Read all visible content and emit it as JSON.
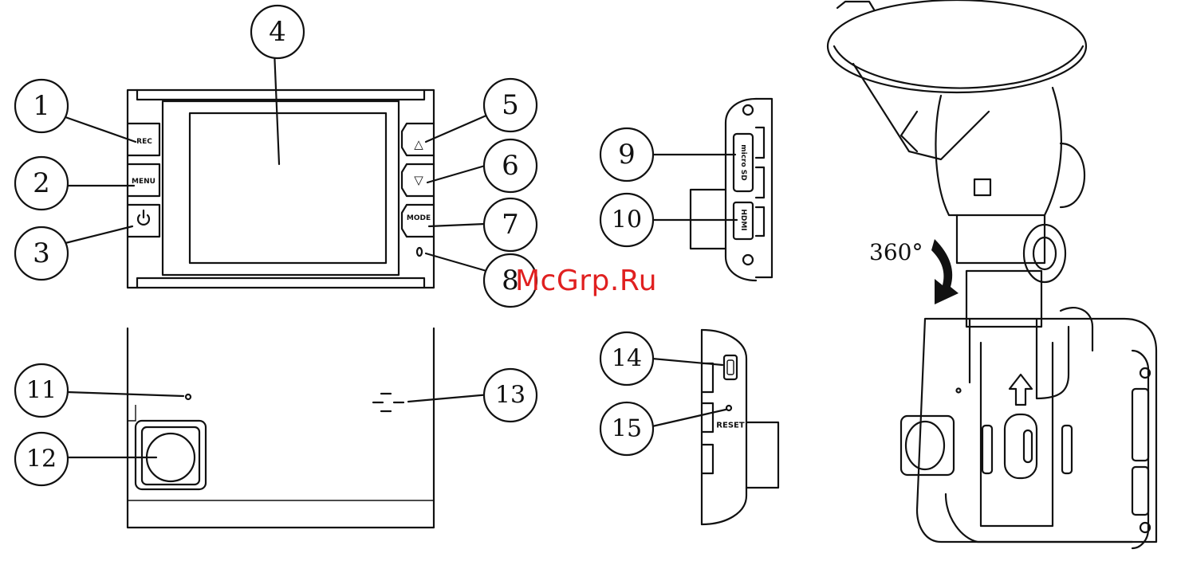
{
  "callouts": [
    "1",
    "2",
    "3",
    "4",
    "5",
    "6",
    "7",
    "8",
    "9",
    "10",
    "11",
    "12",
    "13",
    "14",
    "15"
  ],
  "buttons": {
    "rec": "REC",
    "menu": "MENU",
    "mode": "MODE",
    "up_symbol": "△",
    "down_symbol": "▽"
  },
  "side_labels": {
    "microsd": "micro SD",
    "hdmi": "HDMI",
    "reset": "RESET"
  },
  "rotation_label": "360°",
  "watermark": "McGrp.Ru",
  "colors": {
    "line": "#111111",
    "watermark": "#e02020",
    "background": "#ffffff"
  }
}
